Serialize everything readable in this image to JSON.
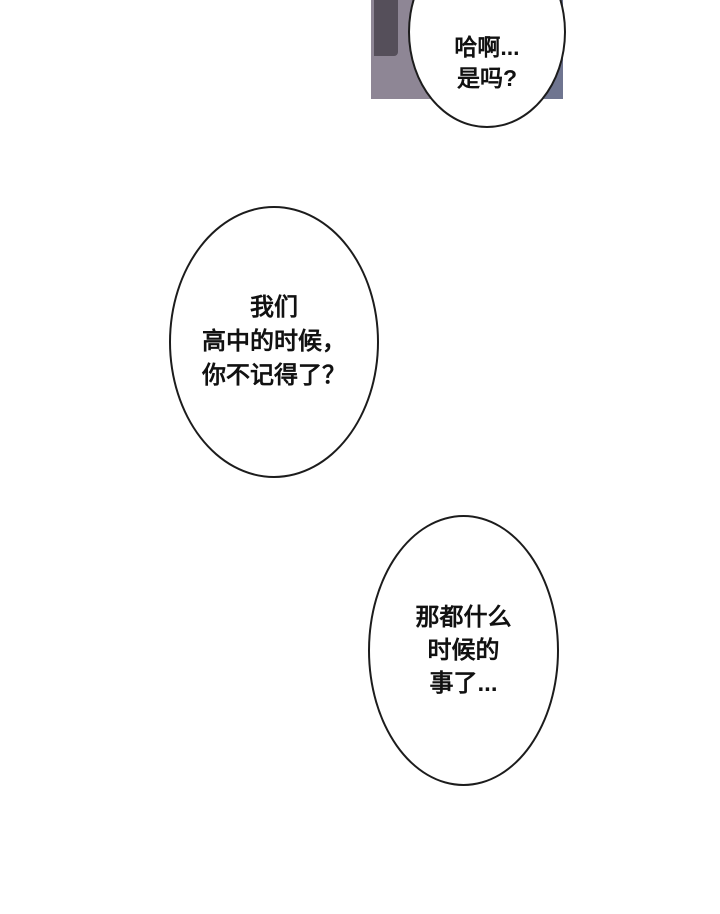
{
  "page": {
    "background_color": "#ffffff"
  },
  "panel_fragment": {
    "bg_color": "#8e8695",
    "left_object_color": "#554f5a",
    "right_object_color": "#6f7590",
    "outline_color": "#1c1c1c"
  },
  "bubbles": [
    {
      "name": "top",
      "lines": [
        "哈啊...",
        "是吗?"
      ]
    },
    {
      "name": "middle",
      "lines": [
        "我们",
        "高中的时候，",
        "你不记得了？"
      ]
    },
    {
      "name": "bottom",
      "lines": [
        "那都什么",
        "时候的",
        "事了..."
      ]
    }
  ]
}
